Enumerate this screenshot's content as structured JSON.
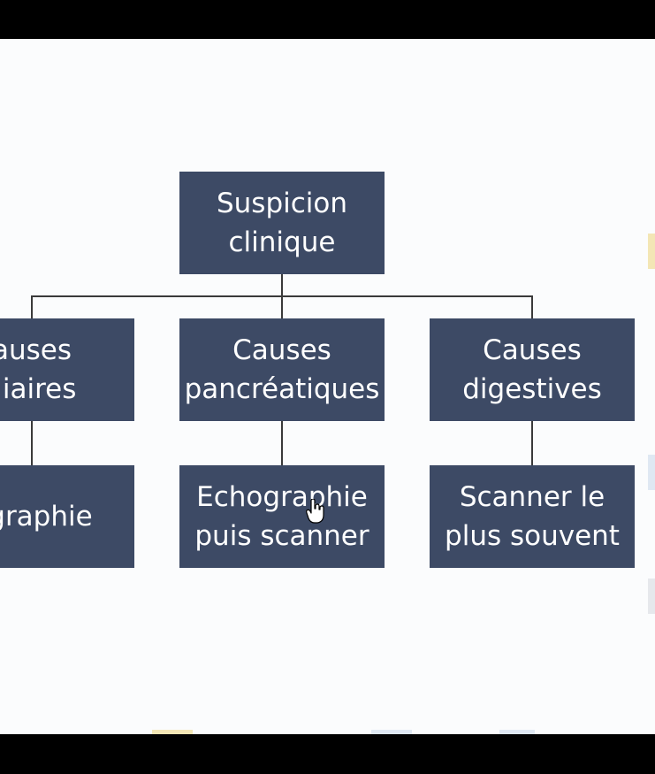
{
  "diagram": {
    "root": {
      "label": "Suspicion\nclinique"
    },
    "branches": [
      {
        "cause": "auses\niliaires",
        "exam": "ographie"
      },
      {
        "cause": "Causes\npancréatiques",
        "exam": "Echographie\npuis scanner"
      },
      {
        "cause": "Causes\ndigestives",
        "exam": "Scanner le\nplus souvent"
      }
    ]
  },
  "colors": {
    "node_fill": "#3d4a65",
    "node_text": "#ffffff",
    "connector": "#3a3a3a",
    "slide_background": "#fbfcfd",
    "letterbox": "#000000",
    "edge_accent": "#f3e6b5"
  },
  "icons": {
    "cursor": "hand-pointer-icon"
  }
}
